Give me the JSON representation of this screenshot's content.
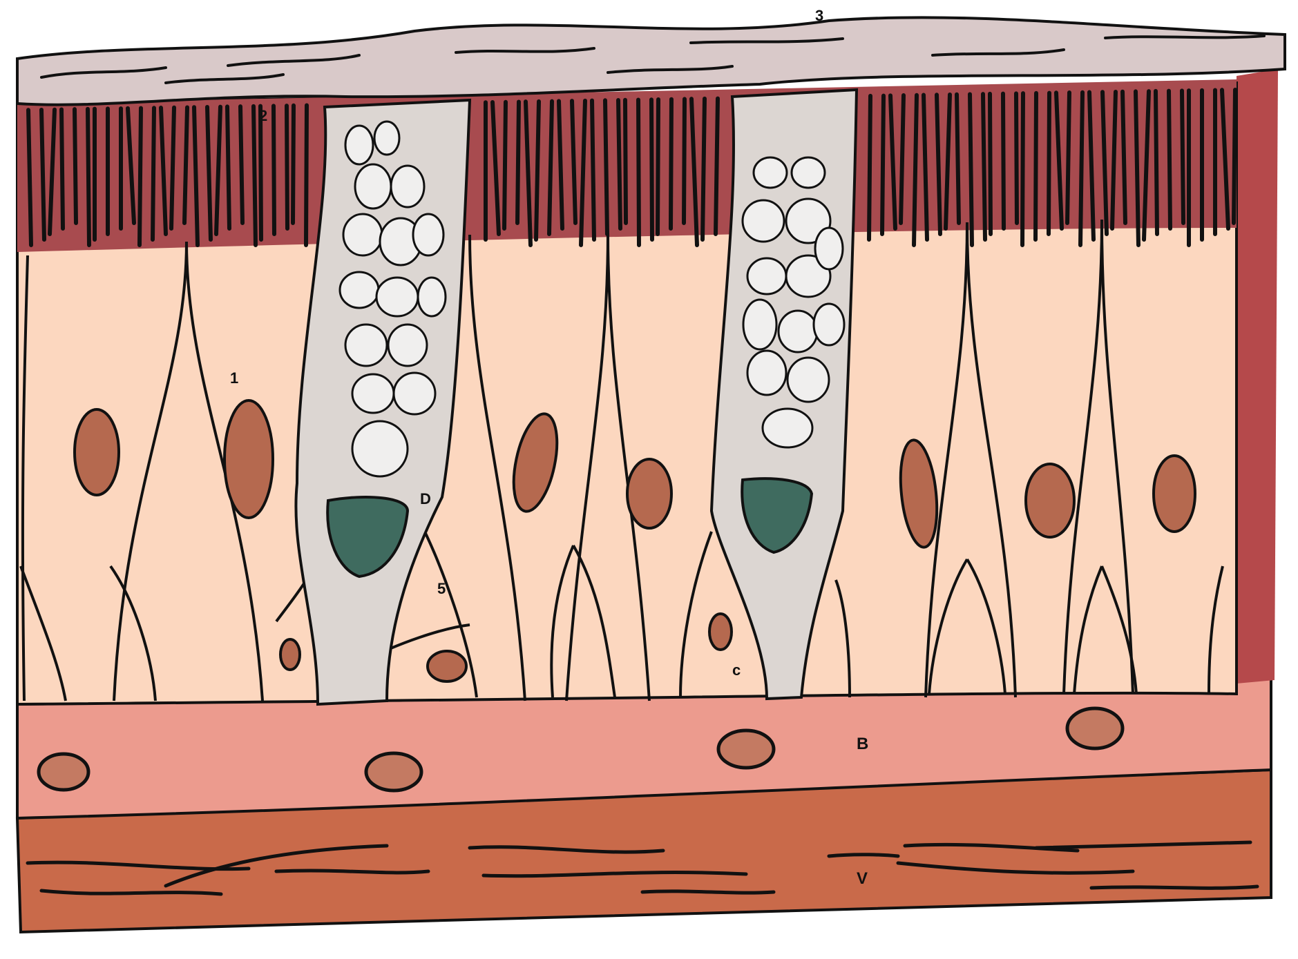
{
  "figure": {
    "description_labels": {
      "top": "3",
      "cilia_marker": "2",
      "cell_1": "1",
      "goblet_1": "D",
      "basal_a": "5",
      "basal_c": "c",
      "lamina": "B",
      "muscle": "V"
    }
  },
  "colors": {
    "mucus": "#d9c9c9",
    "cilia_band": "#a84b4f",
    "cell_body": "#fcd7bf",
    "goblet": "#dcd6d2",
    "goblet_nucleus": "#3f6b5f",
    "nucleus": "#b5694f",
    "lamina_propria": "#ec9b8e",
    "muscle_layer": "#c96a4a",
    "outline": "#111111"
  }
}
